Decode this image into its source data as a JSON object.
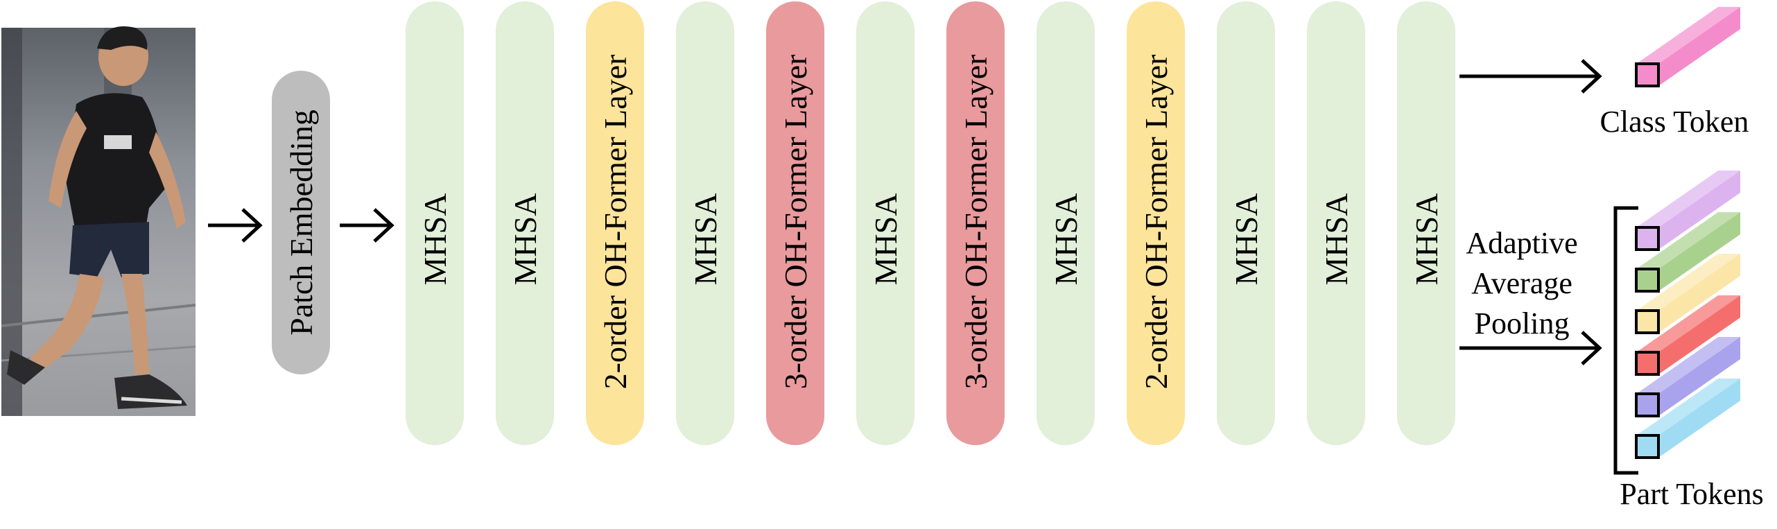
{
  "input_image": {
    "icon": "walking-person-photo"
  },
  "patch_embedding": {
    "label": "Patch Embedding",
    "color": "#bdbdbd"
  },
  "layers": [
    {
      "label": "MHSA",
      "color": "#e2efd9"
    },
    {
      "label": "MHSA",
      "color": "#e2efd9"
    },
    {
      "label": "2-order OH-Former Layer",
      "color": "#fde49b"
    },
    {
      "label": "MHSA",
      "color": "#e2efd9"
    },
    {
      "label": "3-order OH-Former Layer",
      "color": "#e89a9d"
    },
    {
      "label": "MHSA",
      "color": "#e2efd9"
    },
    {
      "label": "3-order OH-Former Layer",
      "color": "#e89a9d"
    },
    {
      "label": "MHSA",
      "color": "#e2efd9"
    },
    {
      "label": "2-order OH-Former Layer",
      "color": "#fde49b"
    },
    {
      "label": "MHSA",
      "color": "#e2efd9"
    },
    {
      "label": "MHSA",
      "color": "#e2efd9"
    },
    {
      "label": "MHSA",
      "color": "#e2efd9"
    }
  ],
  "class_token": {
    "label": "Class Token",
    "color": "#f48ccb"
  },
  "pooling": {
    "lines": [
      "Adaptive",
      "Average",
      "Pooling"
    ]
  },
  "part_tokens": {
    "label": "Part Tokens",
    "colors": [
      "#dcb3ef",
      "#a9d18e",
      "#fbe6a8",
      "#f56e6e",
      "#a9a3ee",
      "#9fdcf3"
    ]
  }
}
